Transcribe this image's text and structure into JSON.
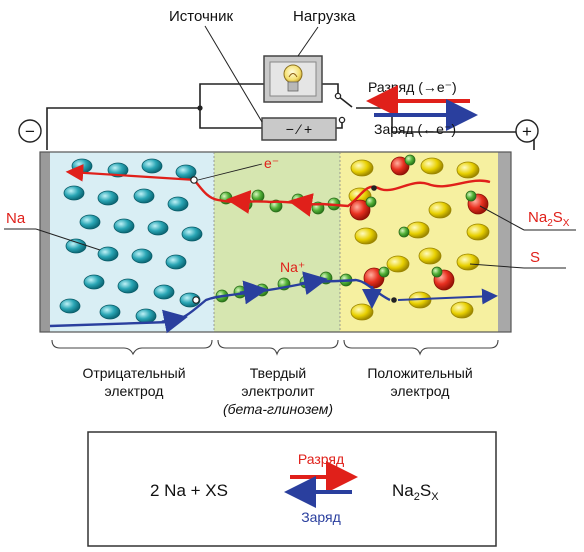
{
  "labels": {
    "source": "Источник",
    "load": "Нагрузка",
    "discharge": "Разряд (→e⁻)",
    "charge": "Заряд (←e⁻)",
    "minus": "−",
    "plus": "+",
    "na": "Na",
    "s": "S",
    "na2sx_main": "Na",
    "na2sx_sub": "2",
    "na2sx_s": "S",
    "na2sx_x": "X",
    "electron": "e⁻",
    "na_ion": "Na⁺",
    "source_switch": "− ⁄ +",
    "neg_electrode_1": "Отрицательный",
    "neg_electrode_2": "электрод",
    "solid_electrolyte_1": "Твердый",
    "solid_electrolyte_2": "электролит",
    "solid_electrolyte_3": "(бета-глинозем)",
    "pos_electrode_1": "Положительный",
    "pos_electrode_2": "электрод"
  },
  "equation": {
    "left": "2 Na + XS",
    "right_main": "Na",
    "right_sub": "2",
    "right_s": "S",
    "right_x": "X",
    "discharge": "Разряд",
    "charge": "Заряд"
  },
  "colors": {
    "neg_zone": "#d9eef4",
    "electrolyte_zone": "#d6e6b0",
    "pos_zone": "#f6f0a0",
    "na_atom": "#2aa6b5",
    "s_atom": "#e8d000",
    "red_ion": "#e83020",
    "green_ion": "#55b33a",
    "discharge_arrow": "#e0201a",
    "charge_arrow": "#2a3f9e",
    "label_red": "#e0201a",
    "label_blue": "#2a3f9e"
  }
}
